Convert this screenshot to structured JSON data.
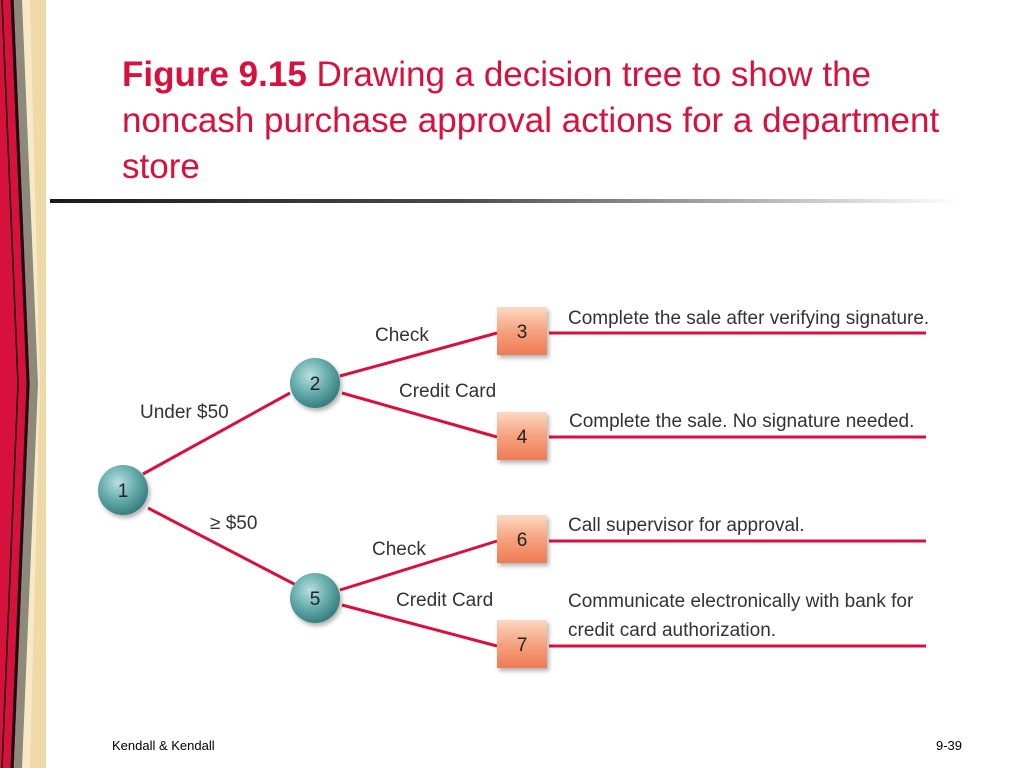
{
  "slide": {
    "title_figure": "Figure 9.15",
    "title_text": "Drawing a decision tree to show the noncash purchase approval actions for a department store",
    "footer_left": "Kendall & Kendall",
    "footer_right": "9-39"
  },
  "colors": {
    "accent": "#d8103c",
    "branch": "#d8103c",
    "node_fill": "#4e9a9a",
    "action_box": "#f28a68"
  },
  "tree": {
    "decision_nodes": [
      {
        "id": "1"
      },
      {
        "id": "2"
      },
      {
        "id": "5"
      }
    ],
    "action_nodes": [
      {
        "id": "3",
        "action": "Complete the sale after verifying signature."
      },
      {
        "id": "4",
        "action": "Complete the sale. No signature needed."
      },
      {
        "id": "6",
        "action": "Call supervisor for approval."
      },
      {
        "id": "7",
        "action_line1": "Communicate electronically with bank for",
        "action_line2": "credit card authorization."
      }
    ],
    "conditions": {
      "under_50": "Under $50",
      "over_50": "≥ $50",
      "check_upper": "Check",
      "credit_upper": "Credit Card",
      "check_lower": "Check",
      "credit_lower": "Credit Card"
    }
  }
}
